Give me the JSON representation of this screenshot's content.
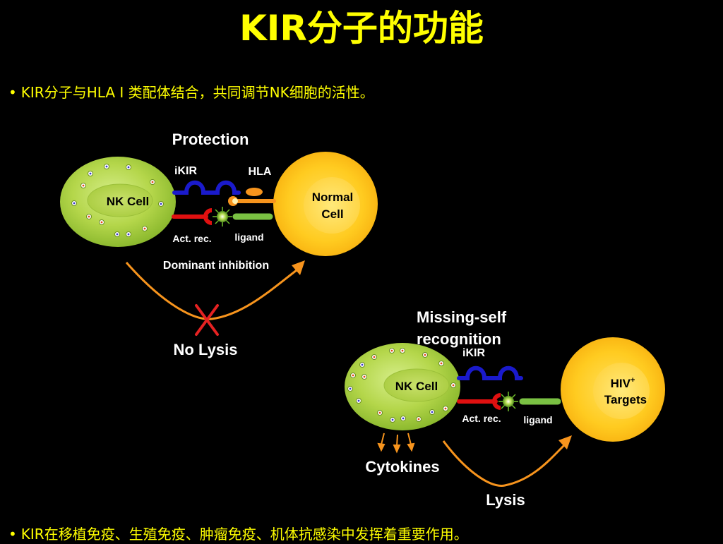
{
  "slide": {
    "title": "KIR分子的功能",
    "bullet_marker": "•",
    "bullets": [
      "KIR分子与HLA Ⅰ 类配体结合，共同调节NK细胞的活性。",
      "KIR在移植免疫、生殖免疫、肿瘤免疫、机体抗感染中发挥着重要作用。"
    ]
  },
  "diagram": {
    "protection": {
      "heading": "Protection",
      "nk_cell": "NK Cell",
      "receptor_inhibitory": "iKIR",
      "hla": "HLA",
      "target_line1": "Normal",
      "target_line2": "Cell",
      "activating_receptor": "Act. rec.",
      "ligand": "ligand",
      "arrow_label": "Dominant inhibition",
      "outcome": "No Lysis"
    },
    "missing_self": {
      "heading_line1": "Missing-self",
      "heading_line2": "recognition",
      "nk_cell": "NK Cell",
      "receptor_inhibitory": "iKIR",
      "target_line1": "HIV",
      "target_superscript": "+",
      "target_line2": "Targets",
      "activating_receptor": "Act. rec.",
      "ligand": "ligand",
      "secreted": "Cytokines",
      "outcome": "Lysis"
    },
    "colors": {
      "background": "#000000",
      "text": "#ffff00",
      "nk_cell": "#a8cc3a",
      "normal_cell": "#ffc20e",
      "inhibitory_receptor": "#1a1acc",
      "activating_receptor": "#e01010",
      "hla_ligand": "#f7941d",
      "activating_ligand": "#7ac143",
      "arrow": "#f7941d",
      "block_x": "#e52222"
    }
  }
}
